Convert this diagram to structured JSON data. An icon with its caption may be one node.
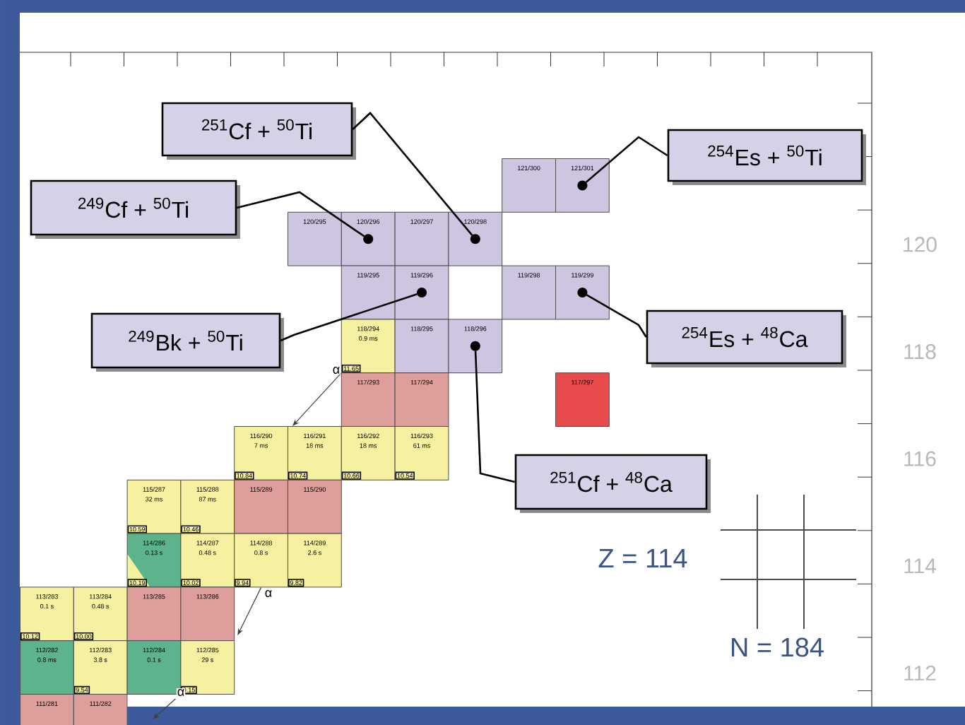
{
  "diagram": {
    "nodes": [
      {
        "text": [
          "$^{251}$Cf + $^{50}$Ti"
        ]
      },
      {
        "text": [
          "$^{254}$Es + $^{50}$Ti"
        ]
      },
      {
        "text": [
          "121/300"
        ]
      },
      {
        "text": [
          "121/301"
        ]
      },
      {
        "text": [
          "$^{249}$Cf + $^{50}$Ti"
        ]
      },
      {
        "text": [
          "120/295"
        ]
      },
      {
        "text": [
          "120/296"
        ]
      },
      {
        "text": [
          "120/297"
        ]
      },
      {
        "text": [
          "120/298"
        ]
      },
      {
        "text": [
          "119/295"
        ]
      },
      {
        "text": [
          "119/296"
        ]
      },
      {
        "text": [
          "119/298"
        ]
      },
      {
        "text": [
          "119/299"
        ]
      },
      {
        "text": [
          "$^{249}$Bk + $^{50}$Ti"
        ]
      },
      {
        "text": [
          "$^{254}$Es + $^{48}$Ca"
        ]
      },
      {
        "text": [
          "118/294",
          "0.9 ms",
          "11.65"
        ]
      },
      {
        "text": [
          "118/295"
        ]
      },
      {
        "text": [
          "118/296"
        ]
      },
      {
        "text": [
          "117/293"
        ]
      },
      {
        "text": [
          "117/294"
        ]
      },
      {
        "text": [
          "117/297"
        ]
      },
      {
        "text": [
          "$^{251}$Cf + $^{48}$Ca"
        ]
      },
      {
        "text": [
          "116/290",
          "7 ms",
          "10.84"
        ]
      },
      {
        "text": [
          "116/291",
          "18 ms",
          "10.74"
        ]
      },
      {
        "text": [
          "116/292",
          "18 ms",
          "10.66"
        ]
      },
      {
        "text": [
          "116/293",
          "61 ms",
          "10.54"
        ]
      },
      {
        "text": [
          "115/287",
          "32 ms",
          "10.59"
        ]
      },
      {
        "text": [
          "115/288",
          "87 ms",
          "10.46"
        ]
      },
      {
        "text": [
          "115/289"
        ]
      },
      {
        "text": [
          "115/290"
        ]
      },
      {
        "text": [
          "114/286",
          "0.13 s",
          "10.19"
        ]
      },
      {
        "text": [
          "114/287",
          "0.48 s",
          "10.02"
        ]
      },
      {
        "text": [
          "114/288",
          "0.8 s",
          "9.94"
        ]
      },
      {
        "text": [
          "114/289",
          "2.6 s",
          "9.82"
        ]
      },
      {
        "text": [
          "113/283",
          "0.1 s",
          "10.12"
        ]
      },
      {
        "text": [
          "113/284",
          "0.48 s",
          "10.00"
        ]
      },
      {
        "text": [
          "113/285"
        ]
      },
      {
        "text": [
          "113/286"
        ]
      },
      {
        "text": [
          "112/282",
          "0.8 ms"
        ]
      },
      {
        "text": [
          "112/283",
          "3.8 s",
          "9.54"
        ]
      },
      {
        "text": [
          "112/284",
          "0.1 s"
        ]
      },
      {
        "text": [
          "112/285",
          "29 s",
          "9.15"
        ]
      },
      {
        "text": [
          "111/281"
        ]
      },
      {
        "text": [
          "111/282"
        ]
      }
    ],
    "edges": [
      {
        "from": 0,
        "to": 8,
        "arrow": "other"
      },
      {
        "from": 1,
        "to": 3,
        "arrow": "other"
      },
      {
        "from": 4,
        "to": 6,
        "arrow": "other"
      },
      {
        "from": 13,
        "to": 10,
        "arrow": "other"
      },
      {
        "from": 14,
        "to": 12,
        "arrow": "other"
      },
      {
        "from": 21,
        "to": 17,
        "arrow": "other"
      },
      {
        "from": 15,
        "to": 22,
        "arrow": "to",
        "label": "α"
      },
      {
        "from": 32,
        "to": 37,
        "arrow": "to",
        "label": "α"
      },
      {
        "from": 40,
        "to": null,
        "arrow": "to",
        "label": "α"
      }
    ],
    "labels": [
      "120",
      "118",
      "116",
      "114",
      "112",
      "Z = 114",
      "N = 184"
    ]
  }
}
